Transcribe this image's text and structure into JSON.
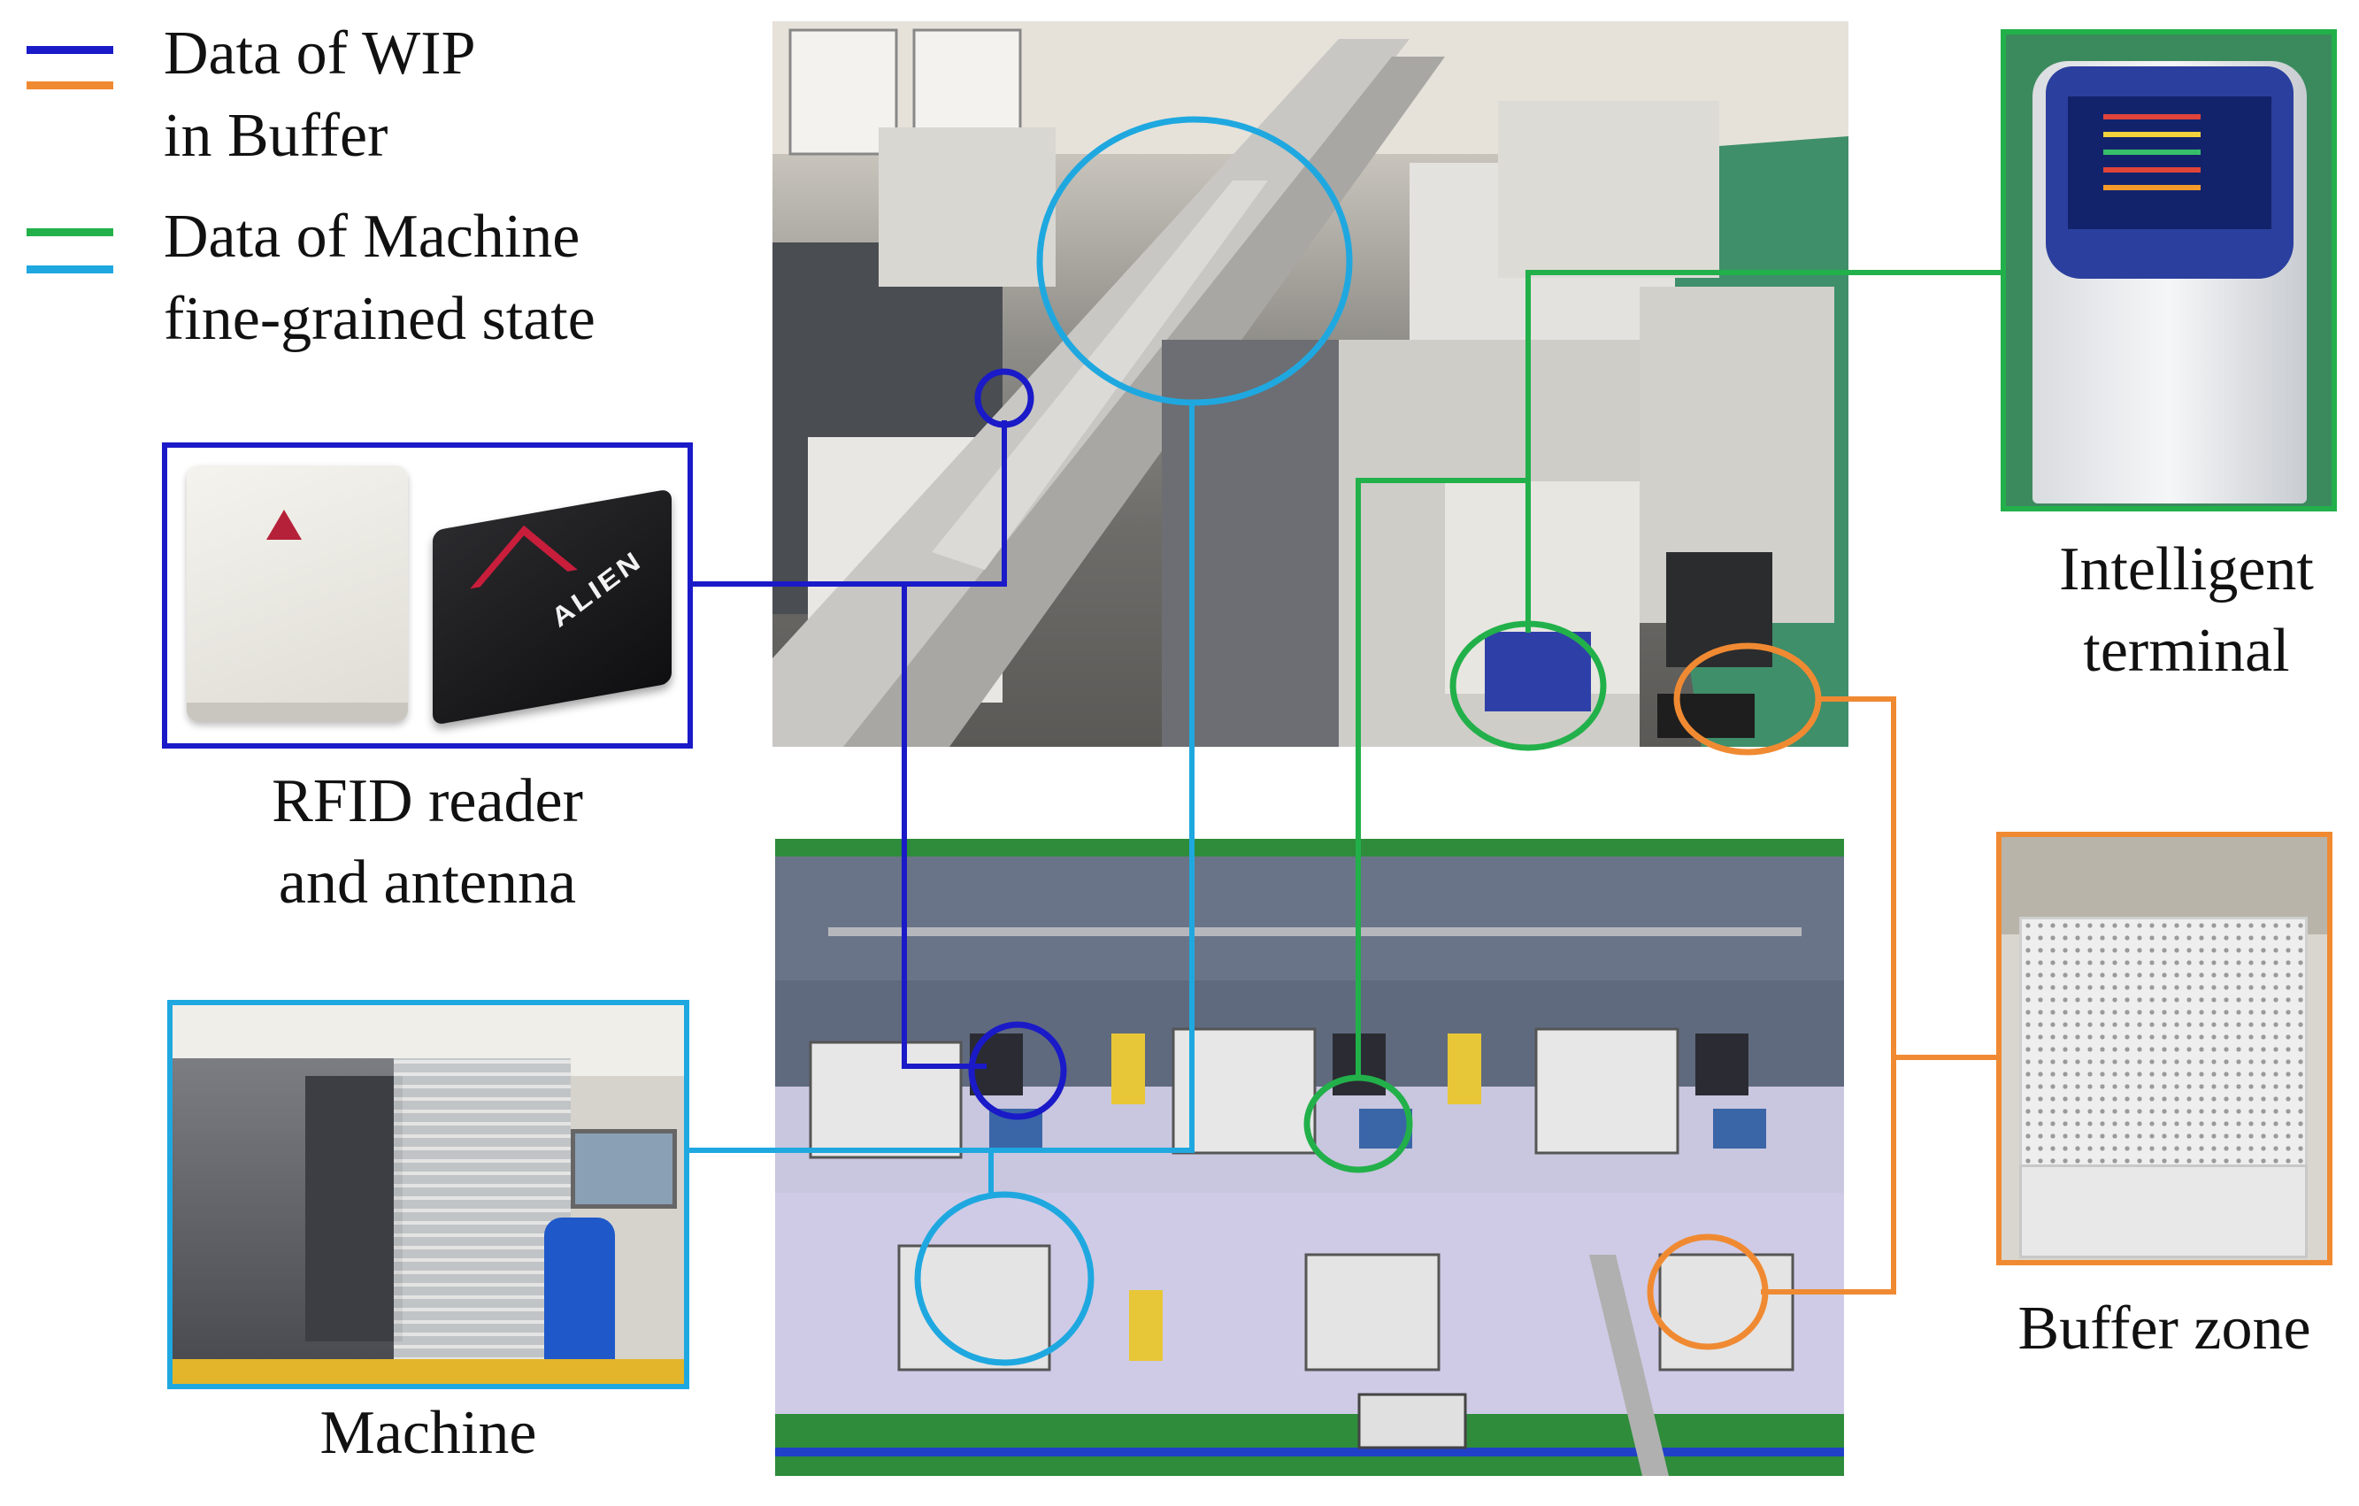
{
  "legend": {
    "wip_line1": "Data of WIP",
    "wip_line2": "in Buffer",
    "machine_line1": "Data of Machine",
    "machine_line2": "fine-grained state"
  },
  "labels": {
    "rfid_line1": "RFID reader",
    "rfid_line2": "and antenna",
    "machine": "Machine",
    "terminal_line1": "Intelligent",
    "terminal_line2": "terminal",
    "buffer": "Buffer zone"
  },
  "device_text": {
    "reader_brand": "ALIEN"
  },
  "colors": {
    "wip_rfid": "#1a1ac8",
    "wip_buffer": "#f08a32",
    "machine_terminal": "#22b04a",
    "machine_state": "#1fa8e0"
  }
}
